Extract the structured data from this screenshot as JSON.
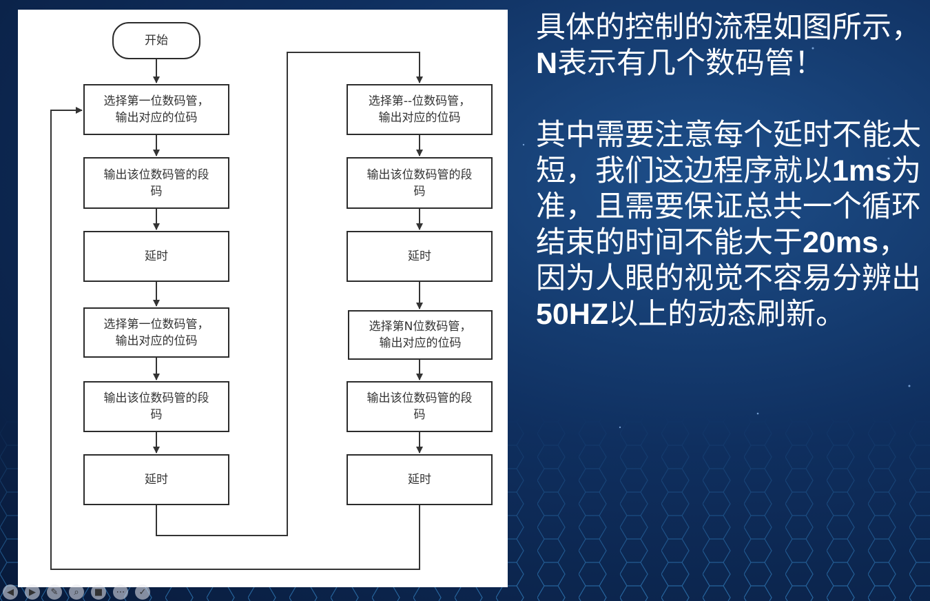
{
  "colors": {
    "background": "#0f2f5f",
    "node_border": "#2b2b2b",
    "text": "#ffffff"
  },
  "flowchart": {
    "start": "开始",
    "left": {
      "select_first_1": "选择第一位数码管，\n输出对应的位码",
      "output_segment_1": "输出该位数码管的段\n码",
      "delay_1": "延时",
      "select_first_2": "选择第一位数码管，\n输出对应的位码",
      "output_segment_2": "输出该位数码管的段\n码",
      "delay_2": "延时"
    },
    "right": {
      "select_dash": "选择第--位数码管，\n输出对应的位码",
      "output_segment_1": "输出该位数码管的段\n码",
      "delay_1": "延时",
      "select_n": "选择第N位数码管，\n输出对应的位码",
      "output_segment_2": "输出该位数码管的段\n码",
      "delay_2": "延时"
    }
  },
  "text": {
    "para1_a": "具体的控制的流程如图所示，",
    "para1_b": "N",
    "para1_c": "表示有几个数码管！",
    "para2_a": "其中需要注意每个延时不能太短，我们这边程序就以",
    "para2_b": "1ms",
    "para2_c": "为准，且需要保证总共一个循环结束的时间不能大于",
    "para2_d": "20ms",
    "para2_e": "，因为人眼的视觉不容易分辨出",
    "para2_f": "50HZ",
    "para2_g": "以上的动态刷新。"
  },
  "toolbar_icons": [
    "prev-icon",
    "play-icon",
    "pen-icon",
    "zoom-icon",
    "camera-icon",
    "more-icon",
    "next-icon"
  ]
}
